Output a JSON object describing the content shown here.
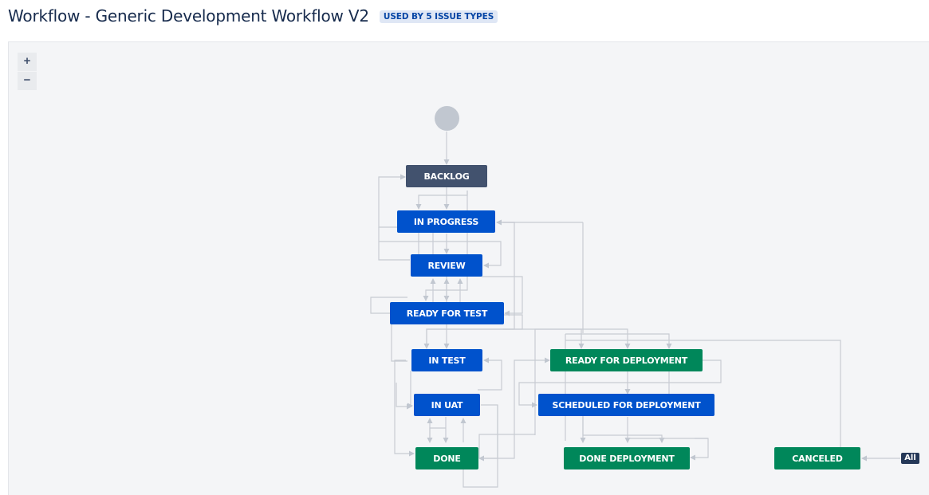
{
  "header": {
    "title": "Workflow - Generic Development Workflow V2",
    "usage_badge": "USED BY 5 ISSUE TYPES"
  },
  "zoom": {
    "in_label": "+",
    "out_label": "−"
  },
  "statuses": {
    "backlog": "BACKLOG",
    "in_progress": "IN PROGRESS",
    "review": "REVIEW",
    "ready_for_test": "READY FOR TEST",
    "in_test": "IN TEST",
    "in_uat": "IN UAT",
    "done": "DONE",
    "ready_for_deployment": "READY FOR DEPLOYMENT",
    "scheduled_for_deployment": "SCHEDULED FOR DEPLOYMENT",
    "done_deployment": "DONE DEPLOYMENT",
    "canceled": "CANCELED"
  },
  "global_transition_tag": "All",
  "colors": {
    "todo": "#42526e",
    "in_progress": "#0052cc",
    "done": "#00875a",
    "connector": "#c1c7d0",
    "start_node": "#c1c7d0"
  }
}
